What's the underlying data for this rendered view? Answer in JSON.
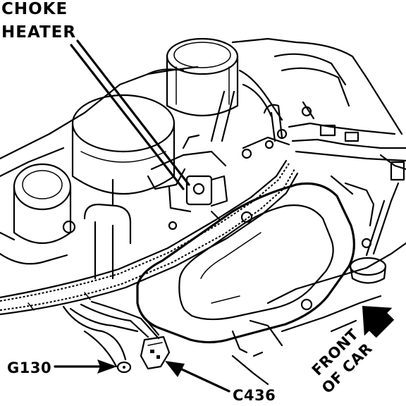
{
  "labels": {
    "choke_heater_line1": "CHOKE",
    "choke_heater_line2": "HEATER",
    "g130": "G130",
    "c436": "C436",
    "front_line1": "FRONT",
    "front_line2": "OF CAR"
  },
  "colors": {
    "ink": "#000000",
    "paper": "#ffffff"
  },
  "icons": {
    "front_arrow": "arrow-up-right-icon",
    "callout_arrow": "arrow-right-icon"
  }
}
